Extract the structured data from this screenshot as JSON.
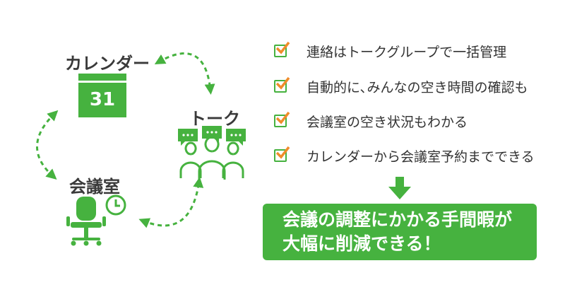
{
  "colors": {
    "accent_green": "#46b23f",
    "check_orange": "#f08c2a",
    "text": "#333333"
  },
  "nodes": {
    "calendar": {
      "label": "カレンダー",
      "date": "31",
      "icon": "calendar-icon"
    },
    "talk": {
      "label": "トーク",
      "icon": "group-chat-icon",
      "bubble_text": "..."
    },
    "meeting_room": {
      "label": "会議室",
      "icon": "office-chair-clock-icon"
    }
  },
  "features": [
    "連絡はトークグループで一括管理",
    "自動的に､みんなの空き時間の確認も",
    "会議室の空き状況もわかる",
    "カレンダーから会議室予約までできる"
  ],
  "result": {
    "line1": "会議の調整にかかる手間暇が",
    "line2": "大幅に削減できる！"
  }
}
